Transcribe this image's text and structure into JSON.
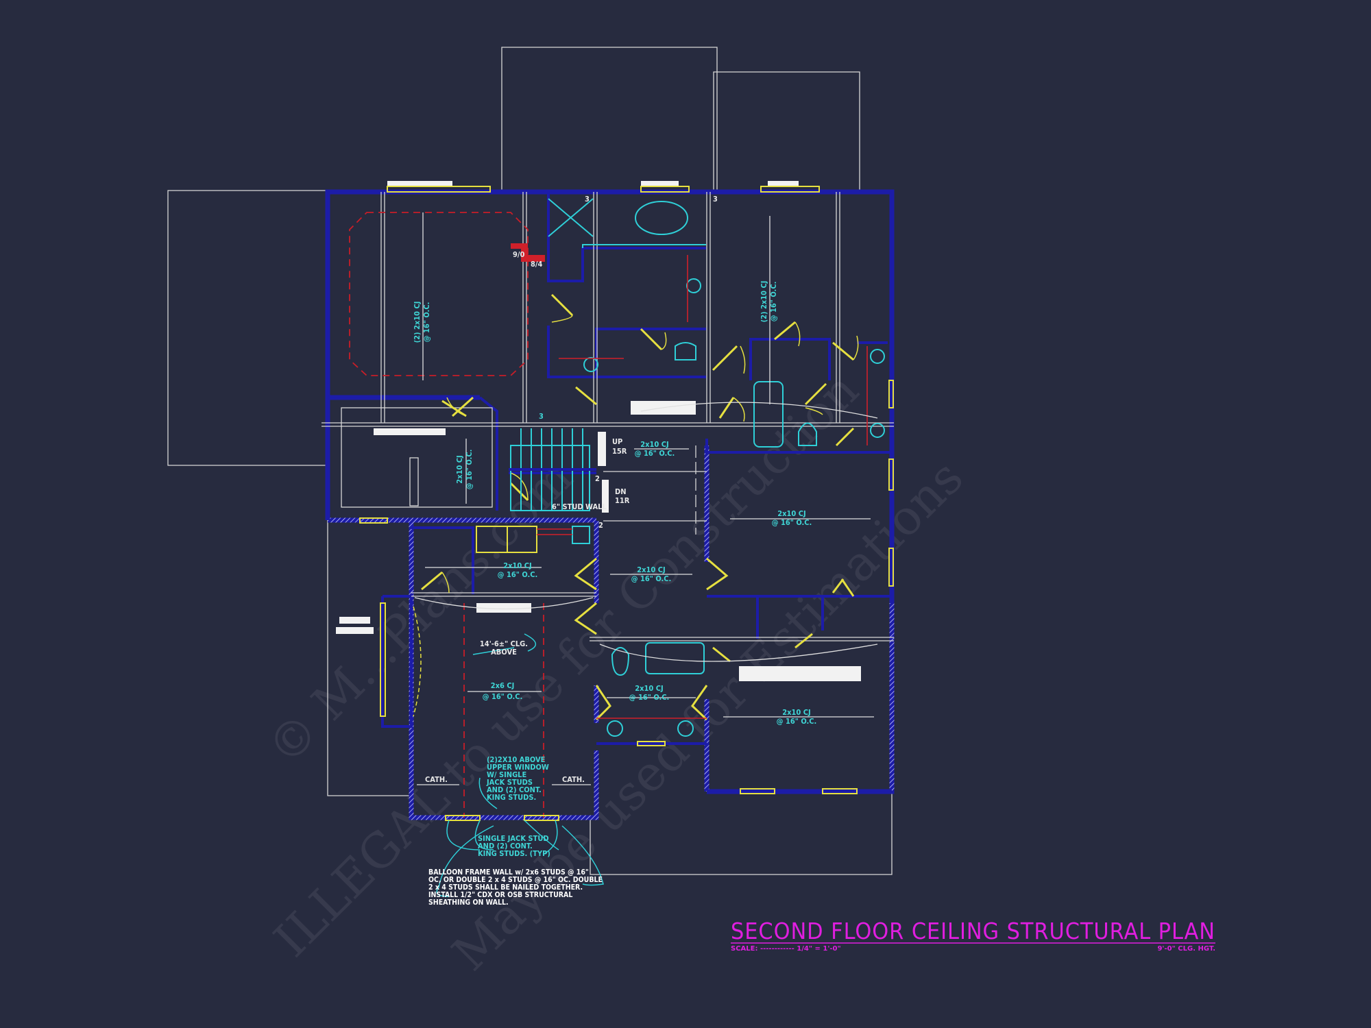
{
  "title": {
    "main": "SECOND FLOOR CEILING STRUCTURAL PLAN",
    "scale": "SCALE: ------------ 1/4\" = 1'-0\"",
    "ceiling_height": "9'-0\" CLG. HGT."
  },
  "colors": {
    "background": "#272b3f",
    "walls": "#1c1ca8",
    "joist_labels": "#3fd6d6",
    "doors_windows": "#e6e040",
    "title": "#e01ee0",
    "beams_dashed": "#c81e28"
  },
  "labels": {
    "master_cj": [
      "(2) 2x10 CJ",
      "@ 16\" O.C."
    ],
    "bedroom2_cj": [
      "(2) 2x10 CJ",
      "@ 16\" O.C."
    ],
    "closet_cj": [
      "2x10 CJ",
      "@ 16\" O.C."
    ],
    "stair_up": [
      "UP",
      "15R"
    ],
    "stair_up_cj": [
      "2x10 CJ",
      "@ 16\" O.C."
    ],
    "stair_down": [
      "DN",
      "11R"
    ],
    "stud_wall": "6\" STUD WALL",
    "bedroom3_cj": [
      "2x10 CJ",
      "@ 16\" O.C."
    ],
    "laundry_cj": [
      "2x10 CJ",
      "@ 16\" O.C."
    ],
    "hall_cj": [
      "2x10 CJ",
      "@ 16\" O.C."
    ],
    "ceiling_above": [
      "14'-6±\" CLG.",
      "ABOVE"
    ],
    "bonus_cj": [
      "2x6 CJ",
      "@ 16\" O.C."
    ],
    "bath_cj": [
      "2x10 CJ",
      "@ 16\" O.C."
    ],
    "bedroom4_cj": [
      "2x10 CJ",
      "@ 16\" O.C."
    ],
    "header_note": [
      "(2)2X10 ABOVE",
      "UPPER WINDOW",
      "W/ SINGLE",
      "JACK STUDS",
      "AND (2) CONT.",
      "KING STUDS."
    ],
    "cath_left": "CATH.",
    "cath_right": "CATH.",
    "jack_note": [
      "SINGLE JACK STUD",
      "AND (2) CONT.",
      "KING STUDS. (TYP)"
    ],
    "balloon_note": [
      "BALLOON FRAME WALL w/ 2x6 STUDS @ 16\"",
      "OC, OR DOUBLE 2 x 4 STUDS @ 16\" OC. DOUBLE",
      "2 x 4 STUDS SHALL BE NAILED TOGETHER.",
      "INSTALL 1/2\" CDX OR OSB STRUCTURAL",
      "SHEATHING ON WALL."
    ],
    "tray_dims": [
      "9/0",
      "8/4"
    ],
    "bearing_marks": [
      "3",
      "3",
      "3",
      "2",
      "2"
    ]
  },
  "watermark": [
    "© M...Plans.com",
    "ILLEGAL to use for Construction",
    "May be used for Estimations"
  ]
}
